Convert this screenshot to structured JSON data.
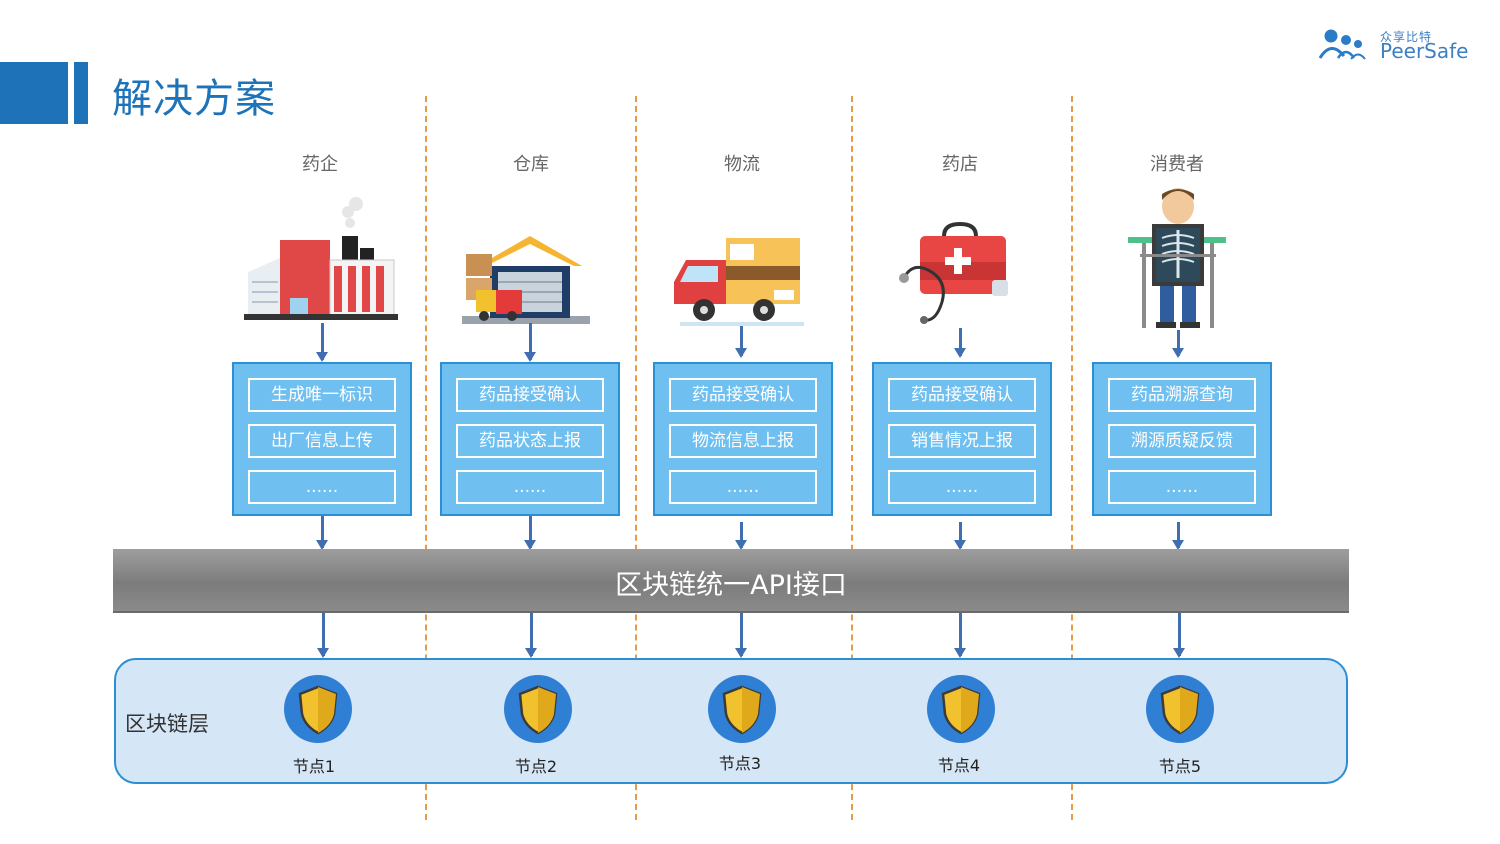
{
  "slide": {
    "title": "解决方案",
    "logo": {
      "cn": "众享比特",
      "en": "PeerSafe"
    }
  },
  "columns": [
    {
      "label": "药企",
      "items": [
        "生成唯一标识",
        "出厂信息上传",
        "......"
      ],
      "icon": "pharma-factory-icon"
    },
    {
      "label": "仓库",
      "items": [
        "药品接受确认",
        "药品状态上报",
        "......"
      ],
      "icon": "warehouse-icon"
    },
    {
      "label": "物流",
      "items": [
        "药品接受确认",
        "物流信息上报",
        "......"
      ],
      "icon": "delivery-truck-icon"
    },
    {
      "label": "药店",
      "items": [
        "药品接受确认",
        "销售情况上报",
        "......"
      ],
      "icon": "medical-kit-icon"
    },
    {
      "label": "消费者",
      "items": [
        "药品溯源查询",
        "溯源质疑反馈",
        "......"
      ],
      "icon": "consumer-xray-icon"
    }
  ],
  "api_layer": {
    "label": "区块链统一API接口"
  },
  "chain_layer": {
    "label": "区块链层",
    "nodes": [
      {
        "label": "节点1"
      },
      {
        "label": "节点2"
      },
      {
        "label": "节点3"
      },
      {
        "label": "节点4"
      },
      {
        "label": "节点5"
      }
    ]
  },
  "colors": {
    "title": "#1d72b8",
    "box_fill": "#6fc0f0",
    "box_border": "#2b8fd6",
    "arrow": "#3f6fb0",
    "divider": "#e99a44",
    "api_bar": "#8a8a8a",
    "chain_panel": "#d5e6f6",
    "shield": "#f2c12e"
  }
}
